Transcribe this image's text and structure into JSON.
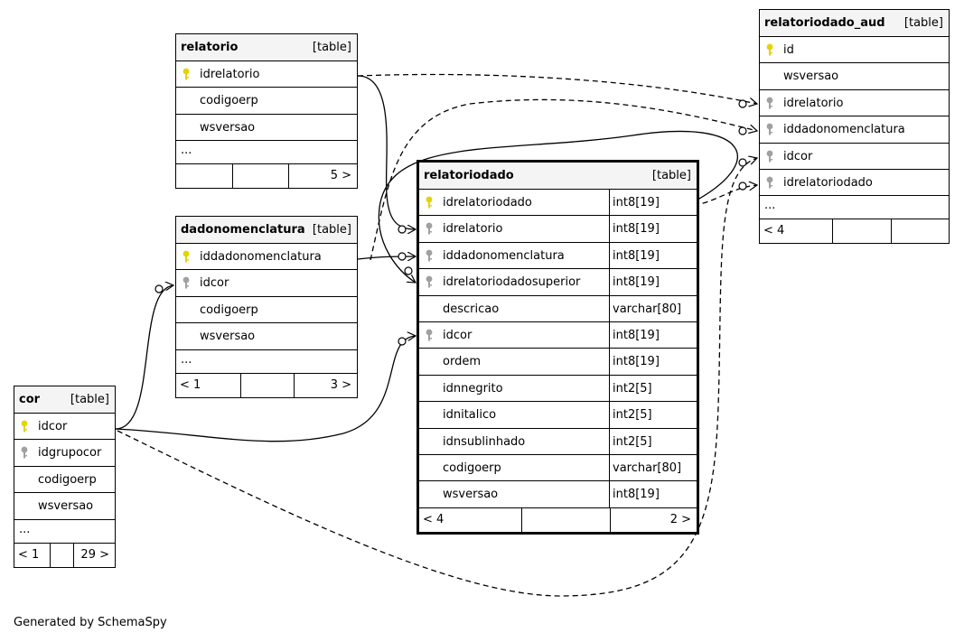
{
  "colors": {
    "pk_key": "#e6d200",
    "fk_key": "#a0a0a0",
    "header_bg": "#f4f4f4",
    "line": "#000000"
  },
  "icons": {
    "pk": "key-icon",
    "fk": "key-icon"
  },
  "tables": {
    "relatorio": {
      "name": "relatorio",
      "kind": "[table]",
      "columns": [
        {
          "name": "idrelatorio",
          "key": "pk"
        },
        {
          "name": "codigoerp",
          "key": ""
        },
        {
          "name": "wsversao",
          "key": ""
        }
      ],
      "more": "...",
      "parents": "",
      "children": "5 >"
    },
    "dadonomenclatura": {
      "name": "dadonomenclatura",
      "kind": "[table]",
      "columns": [
        {
          "name": "iddadonomenclatura",
          "key": "pk"
        },
        {
          "name": "idcor",
          "key": "fk"
        },
        {
          "name": "codigoerp",
          "key": ""
        },
        {
          "name": "wsversao",
          "key": ""
        }
      ],
      "more": "...",
      "parents": "< 1",
      "children": "3 >"
    },
    "cor": {
      "name": "cor",
      "kind": "[table]",
      "columns": [
        {
          "name": "idcor",
          "key": "pk"
        },
        {
          "name": "idgrupocor",
          "key": "fk"
        },
        {
          "name": "codigoerp",
          "key": ""
        },
        {
          "name": "wsversao",
          "key": ""
        }
      ],
      "more": "...",
      "parents": "< 1",
      "children": "29 >"
    },
    "relatoriodado": {
      "name": "relatoriodado",
      "kind": "[table]",
      "columns": [
        {
          "name": "idrelatoriodado",
          "key": "pk",
          "type": "int8[19]"
        },
        {
          "name": "idrelatorio",
          "key": "fk",
          "type": "int8[19]"
        },
        {
          "name": "iddadonomenclatura",
          "key": "fk",
          "type": "int8[19]"
        },
        {
          "name": "idrelatoriodadosuperior",
          "key": "fk",
          "type": "int8[19]"
        },
        {
          "name": "descricao",
          "key": "",
          "type": "varchar[80]"
        },
        {
          "name": "idcor",
          "key": "fk",
          "type": "int8[19]"
        },
        {
          "name": "ordem",
          "key": "",
          "type": "int8[19]"
        },
        {
          "name": "idnnegrito",
          "key": "",
          "type": "int2[5]"
        },
        {
          "name": "idnitalico",
          "key": "",
          "type": "int2[5]"
        },
        {
          "name": "idnsublinhado",
          "key": "",
          "type": "int2[5]"
        },
        {
          "name": "codigoerp",
          "key": "",
          "type": "varchar[80]"
        },
        {
          "name": "wsversao",
          "key": "",
          "type": "int8[19]"
        }
      ],
      "more": "",
      "parents": "< 4",
      "children": "2 >"
    },
    "relatoriodado_aud": {
      "name": "relatoriodado_aud",
      "kind": "[table]",
      "columns": [
        {
          "name": "id",
          "key": "pk"
        },
        {
          "name": "wsversao",
          "key": ""
        },
        {
          "name": "idrelatorio",
          "key": "fk"
        },
        {
          "name": "iddadonomenclatura",
          "key": "fk"
        },
        {
          "name": "idcor",
          "key": "fk"
        },
        {
          "name": "idrelatoriodado",
          "key": "fk"
        }
      ],
      "more": "...",
      "parents": "< 4",
      "children": ""
    }
  },
  "footer": "Generated by SchemaSpy"
}
